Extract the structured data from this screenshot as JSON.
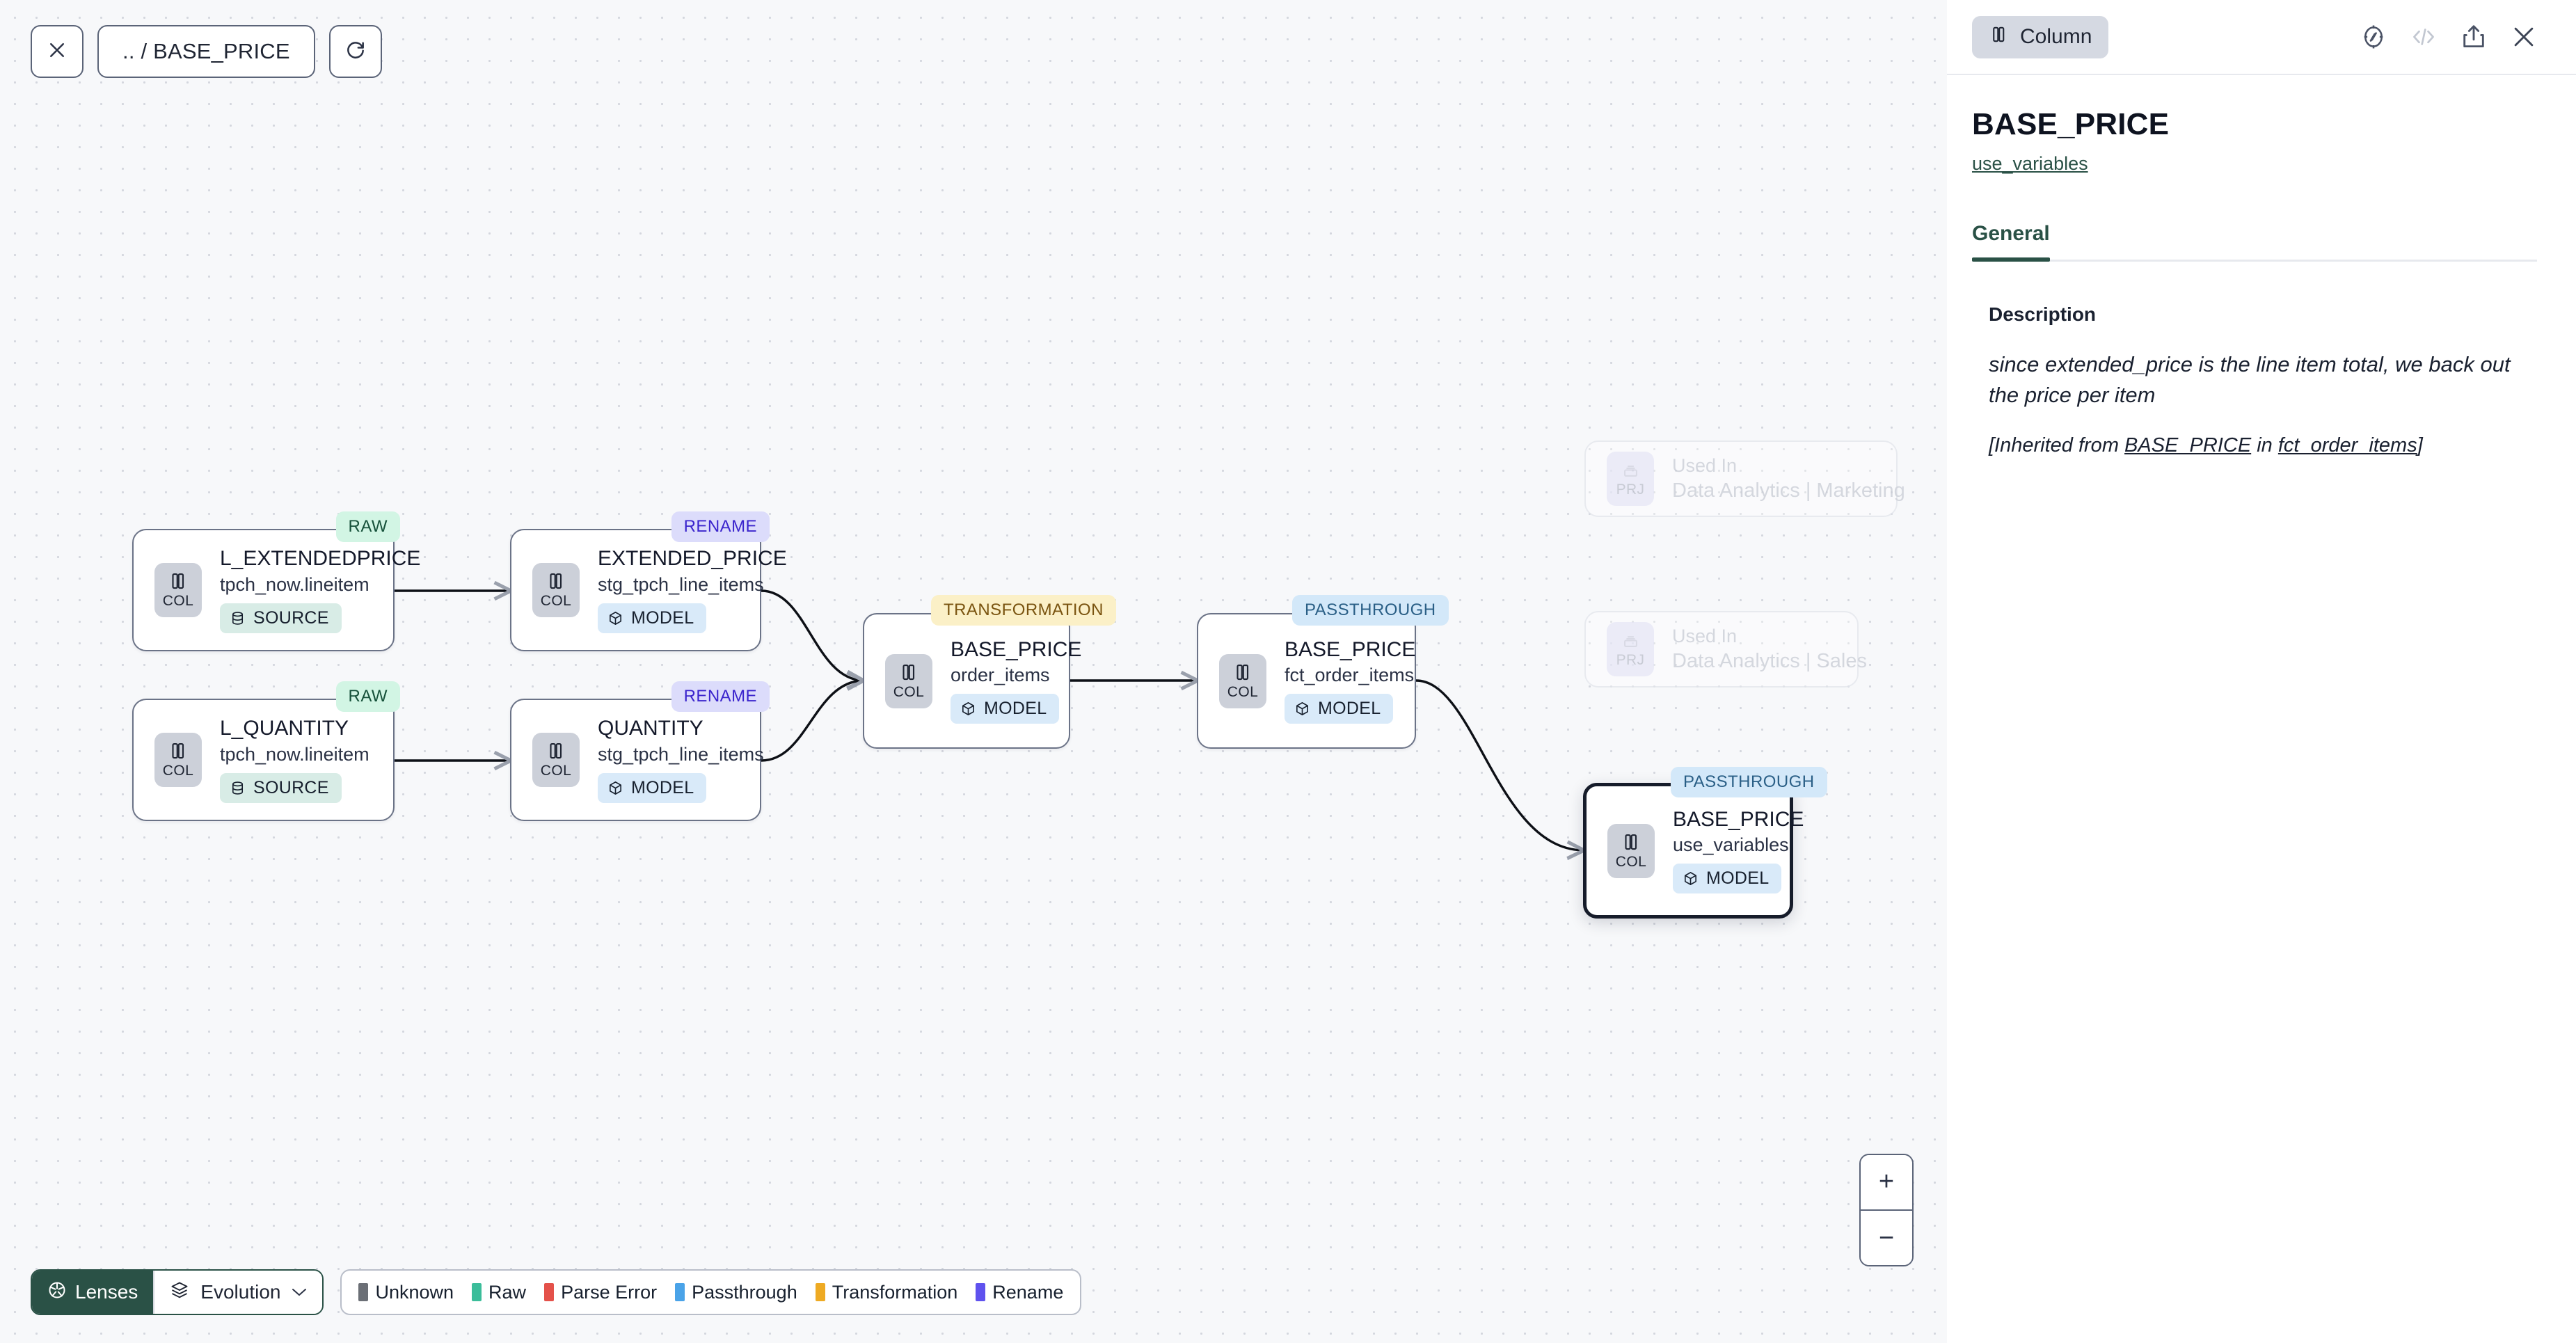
{
  "toolbar": {
    "close_icon": "close-icon",
    "breadcrumb": ".. / BASE_PRICE",
    "refresh_icon": "refresh-icon"
  },
  "canvas": {
    "nodes": [
      {
        "id": "l_extendedprice",
        "title": "L_EXTENDEDPRICE",
        "subtitle": "tpch_now.lineitem",
        "chip": "COL",
        "chip_icon": "column-icon",
        "material": "SOURCE",
        "material_icon": "database-icon",
        "kind": "RAW",
        "state": "normal"
      },
      {
        "id": "l_quantity",
        "title": "L_QUANTITY",
        "subtitle": "tpch_now.lineitem",
        "chip": "COL",
        "chip_icon": "column-icon",
        "material": "SOURCE",
        "material_icon": "database-icon",
        "kind": "RAW",
        "state": "normal"
      },
      {
        "id": "extended_price",
        "title": "EXTENDED_PRICE",
        "subtitle": "stg_tpch_line_items",
        "chip": "COL",
        "chip_icon": "column-icon",
        "material": "MODEL",
        "material_icon": "cube-icon",
        "kind": "RENAME",
        "state": "normal"
      },
      {
        "id": "quantity",
        "title": "QUANTITY",
        "subtitle": "stg_tpch_line_items",
        "chip": "COL",
        "chip_icon": "column-icon",
        "material": "MODEL",
        "material_icon": "cube-icon",
        "kind": "RENAME",
        "state": "normal"
      },
      {
        "id": "base_price_order_items",
        "title": "BASE_PRICE",
        "subtitle": "order_items",
        "chip": "COL",
        "chip_icon": "column-icon",
        "material": "MODEL",
        "material_icon": "cube-icon",
        "kind": "TRANSFORMATION",
        "state": "normal"
      },
      {
        "id": "base_price_fct_order_items",
        "title": "BASE_PRICE",
        "subtitle": "fct_order_items",
        "chip": "COL",
        "chip_icon": "column-icon",
        "material": "MODEL",
        "material_icon": "cube-icon",
        "kind": "PASSTHROUGH",
        "state": "normal"
      },
      {
        "id": "base_price_use_variables",
        "title": "BASE_PRICE",
        "subtitle": "use_variables",
        "chip": "COL",
        "chip_icon": "column-icon",
        "material": "MODEL",
        "material_icon": "cube-icon",
        "kind": "PASSTHROUGH",
        "state": "selected"
      },
      {
        "id": "used_in_marketing",
        "title": "Used In",
        "subtitle": "Data Analytics | Marketing",
        "chip": "PRJ",
        "chip_icon": "project-icon",
        "material": null,
        "kind": null,
        "state": "ghost"
      },
      {
        "id": "used_in_sales",
        "title": "Used In",
        "subtitle": "Data Analytics | Sales",
        "chip": "PRJ",
        "chip_icon": "project-icon",
        "material": null,
        "kind": null,
        "state": "ghost"
      }
    ],
    "zoom_in_label": "+",
    "zoom_out_label": "−"
  },
  "bottom_bar": {
    "lenses_label": "Lenses",
    "lenses_icon": "aperture-icon",
    "evolution_label": "Evolution",
    "evolution_icon": "layers-icon",
    "evolution_caret": "⌄",
    "legend": [
      {
        "label": "Unknown",
        "color": "#6b6f76"
      },
      {
        "label": "Raw",
        "color": "#3bbd9a"
      },
      {
        "label": "Parse Error",
        "color": "#e4514a"
      },
      {
        "label": "Passthrough",
        "color": "#4aa3e8"
      },
      {
        "label": "Transformation",
        "color": "#eeaa23"
      },
      {
        "label": "Rename",
        "color": "#5f52ee"
      }
    ]
  },
  "panel": {
    "type_pill": "Column",
    "type_pill_icon": "column-icon",
    "icons": [
      {
        "name": "compass-icon",
        "state": "enabled"
      },
      {
        "name": "code-icon",
        "state": "disabled"
      },
      {
        "name": "share-icon",
        "state": "enabled"
      },
      {
        "name": "close-icon",
        "state": "enabled"
      }
    ],
    "column_title": "BASE_PRICE",
    "column_link": "use_variables",
    "tabs": [
      {
        "label": "General",
        "active": true
      }
    ],
    "description_label": "Description",
    "description_text": "since extended_price is the line item total, we back out the price per item",
    "inherited_prefix": "[Inherited from ",
    "inherited_column": "BASE_PRICE",
    "inherited_middle": " in ",
    "inherited_model": "fct_order_items",
    "inherited_suffix": "]"
  },
  "colors": {
    "accent": "#2a5146",
    "canvas_bg": "#f7f8fa",
    "raw_badge": "#d2f5e4",
    "rename_badge": "#dcdcfb",
    "transformation_badge": "#fbf0c7",
    "passthrough_badge": "#d3e8f9"
  }
}
